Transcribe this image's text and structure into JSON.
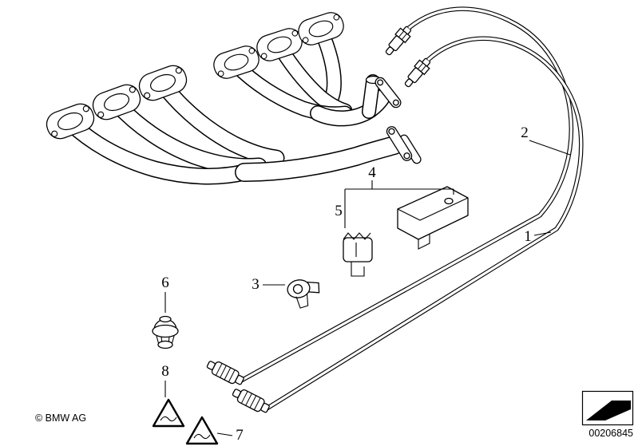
{
  "diagram": {
    "callouts": [
      {
        "label": "1"
      },
      {
        "label": "2"
      },
      {
        "label": "3"
      },
      {
        "label": "4"
      },
      {
        "label": "5"
      },
      {
        "label": "6"
      },
      {
        "label": "7"
      },
      {
        "label": "8"
      }
    ]
  },
  "footer": {
    "copyright": "© BMW AG",
    "document_number": "00206845"
  },
  "colors": {
    "line": "#000000",
    "background": "#ffffff",
    "brand_mark": "#000000"
  }
}
